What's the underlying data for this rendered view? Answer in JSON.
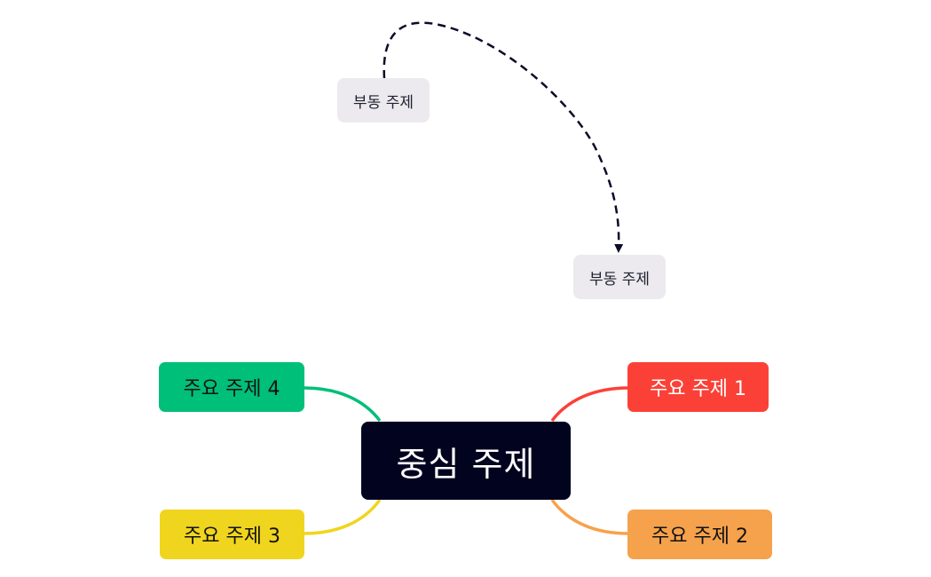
{
  "central_topic": {
    "label": "중심 주제",
    "color": "#02041f"
  },
  "floating_topics": [
    {
      "label": "부동 주제"
    },
    {
      "label": "부동 주제"
    }
  ],
  "main_topics": [
    {
      "label": "주요 주제 1",
      "color": "#fb4137"
    },
    {
      "label": "주요 주제 2",
      "color": "#f6a24c"
    },
    {
      "label": "주요 주제 3",
      "color": "#f0d51e"
    },
    {
      "label": "주요 주제 4",
      "color": "#00bf79"
    }
  ],
  "relationship": {
    "style": "dashed",
    "arrow": "arrowhead-down"
  }
}
